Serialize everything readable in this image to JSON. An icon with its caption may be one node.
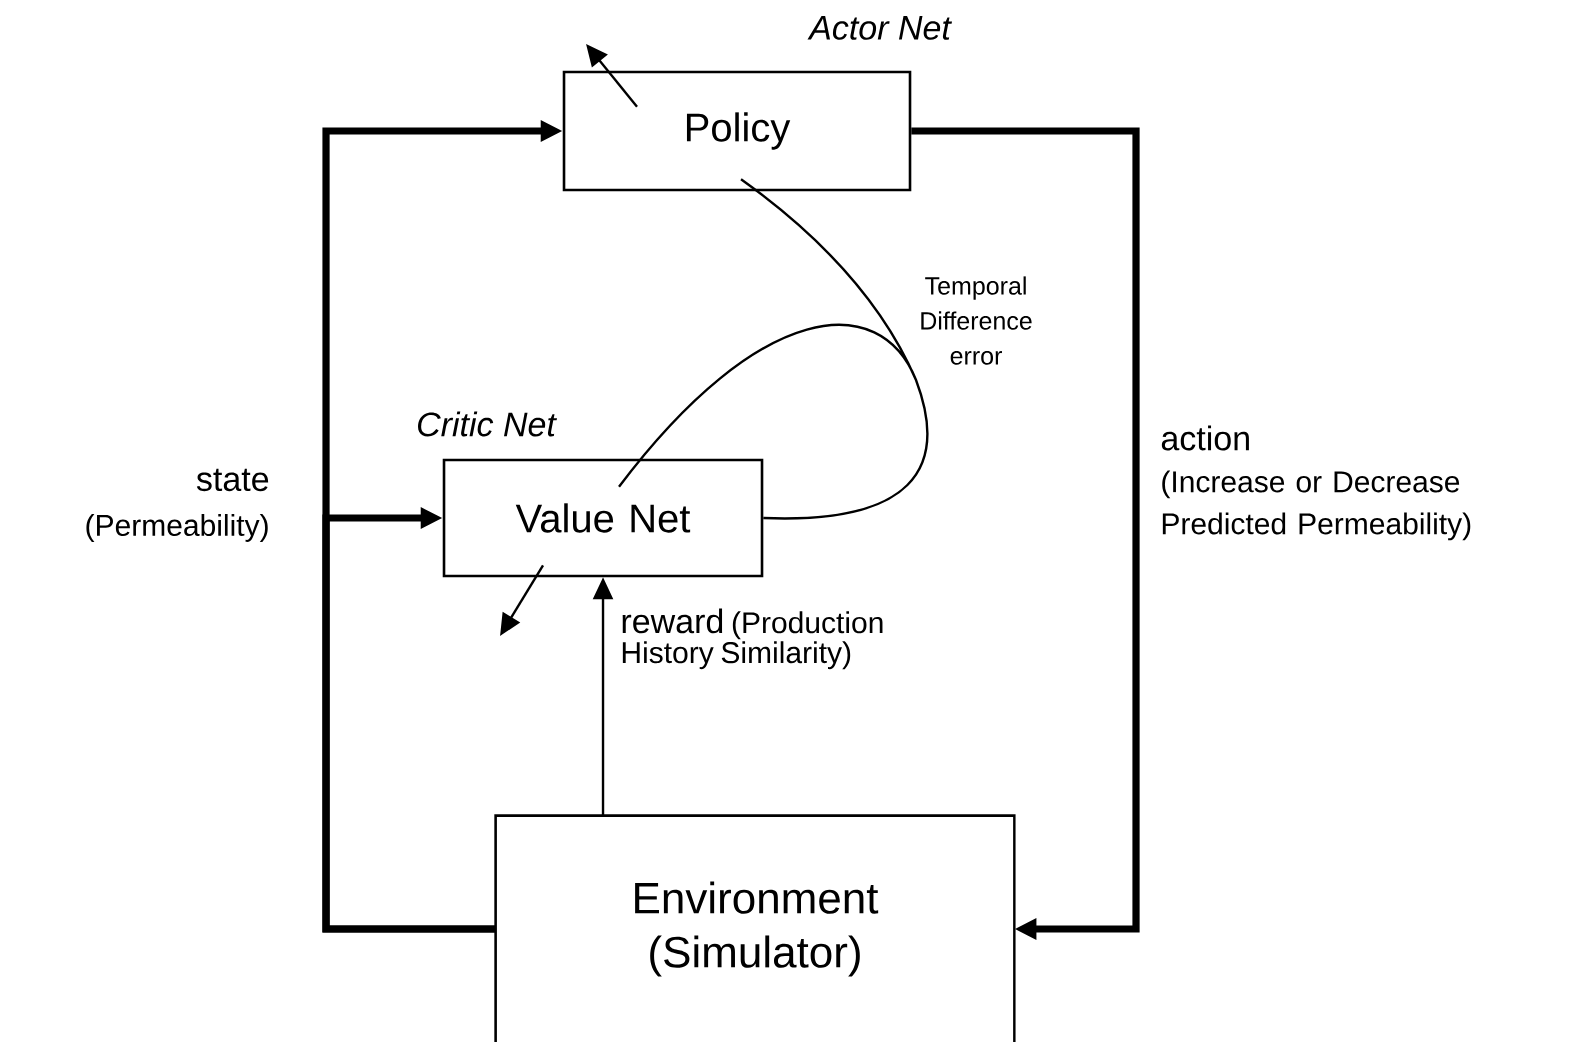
{
  "diagram": {
    "nodes": [
      {
        "text": [
          "Policy"
        ],
        "beside": [
          "Actor Net"
        ]
      },
      {
        "text": [
          "Value Net"
        ],
        "beside": [
          "Critic Net"
        ]
      },
      {
        "text": [
          "Environment (Simulator)"
        ]
      }
    ],
    "edges": [
      {
        "from": 2,
        "to": 0,
        "arrow": "to",
        "style": "thick"
      },
      {
        "from": 2,
        "to": 1,
        "arrow": "to",
        "style": "thick"
      },
      {
        "from": 0,
        "to": 2,
        "arrow": "to",
        "style": "thick"
      },
      {
        "from": 2,
        "to": 1,
        "arrow": "to"
      },
      {
        "from": 0,
        "to": 1,
        "arrow": "none"
      },
      {
        "from": 0,
        "to": null,
        "arrow": "to"
      },
      {
        "from": 1,
        "to": null,
        "arrow": "to"
      }
    ],
    "labels": [
      "state",
      "(Permeability)",
      "Temporal Difference error",
      "action",
      "(Increase or Decrease Predicted Permeability)",
      "reward",
      "(Production History Similarity)"
    ]
  }
}
